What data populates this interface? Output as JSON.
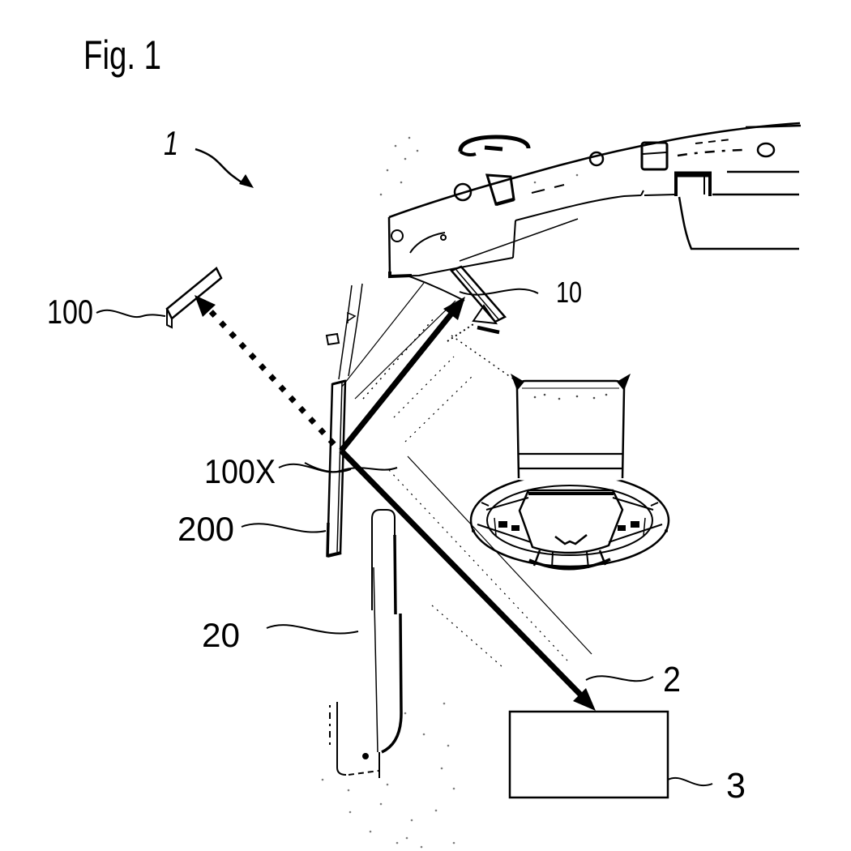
{
  "figure": {
    "title": "Fig. 1",
    "type": "patent-line-drawing",
    "colors": {
      "ink": "#000000",
      "background": "#ffffff"
    },
    "labels": {
      "system": "1",
      "projection_unit": "10",
      "reflective_element": "100",
      "optical_axis": "100X",
      "combiner_strip": "200",
      "pillar": "20",
      "light_path": "2",
      "control_unit": "3"
    }
  }
}
